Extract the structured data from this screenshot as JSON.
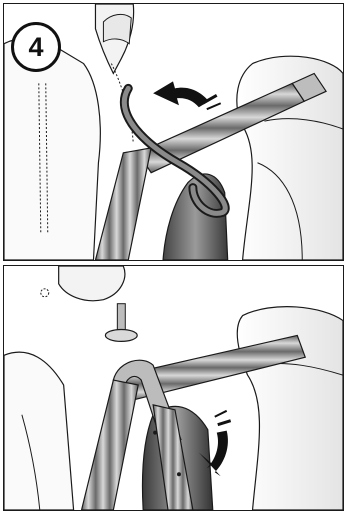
{
  "figure": {
    "step_number": "4",
    "colors": {
      "outline": "#1a1a1a",
      "seat_fill": "#f2f2f2",
      "belt_dark": "#6e6e6e",
      "belt_light": "#cfcfcf",
      "arrow_fill": "#111111"
    },
    "panels": [
      {
        "icon": "headrest-belt-route-illustration",
        "arrow_icon": "curved-motion-arrow-icon"
      },
      {
        "icon": "belt-hook-under-headrest-illustration",
        "arrow_icon": "curved-motion-arrow-icon"
      }
    ]
  }
}
